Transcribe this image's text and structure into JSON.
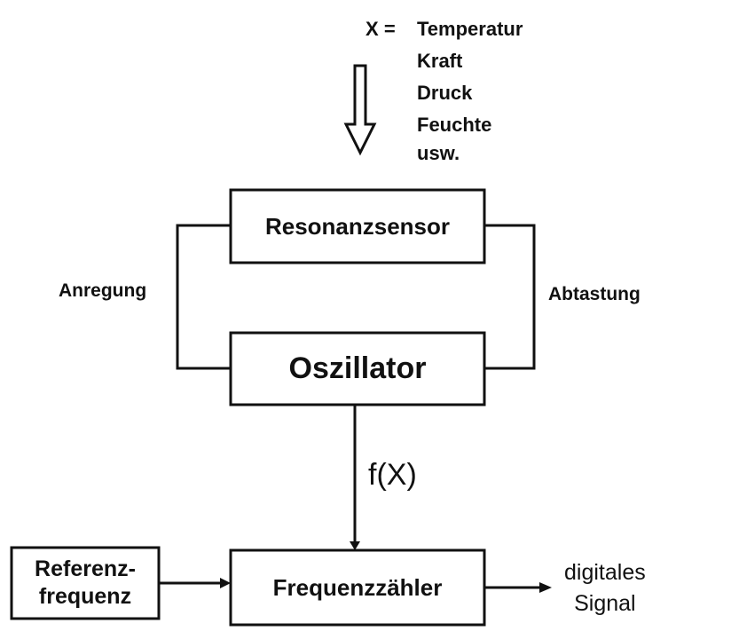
{
  "input": {
    "variable": "X",
    "equals": "=",
    "items": [
      "Temperatur",
      "Kraft",
      "Druck",
      "Feuchte",
      "usw."
    ]
  },
  "blocks": {
    "resonance_sensor": "Resonanzsensor",
    "oscillator": "Oszillator",
    "reference_line1": "Referenz-",
    "reference_line2": "frequenz",
    "counter": "Frequenzzähler"
  },
  "labels": {
    "excitation": "Anregung",
    "sampling": "Abtastung",
    "function": "f(X)",
    "output_line1": "digitales",
    "output_line2": "Signal"
  }
}
